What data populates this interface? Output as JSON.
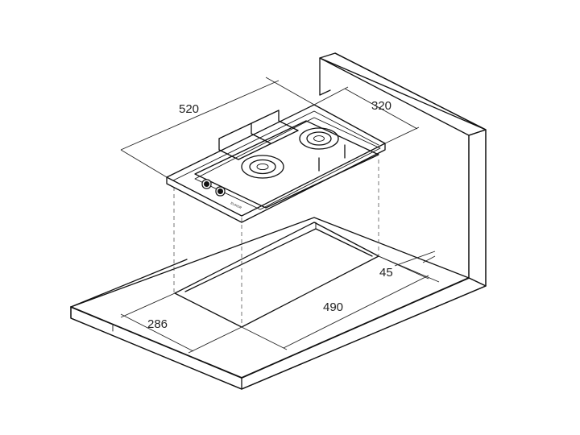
{
  "dimensions": {
    "hob_width": "520",
    "hob_depth": "320",
    "cutout_length": "490",
    "cutout_width": "286",
    "back_clearance": "45"
  },
  "brand_text": "ELIKOR",
  "colors": {
    "line": "#111111",
    "background": "#ffffff"
  }
}
